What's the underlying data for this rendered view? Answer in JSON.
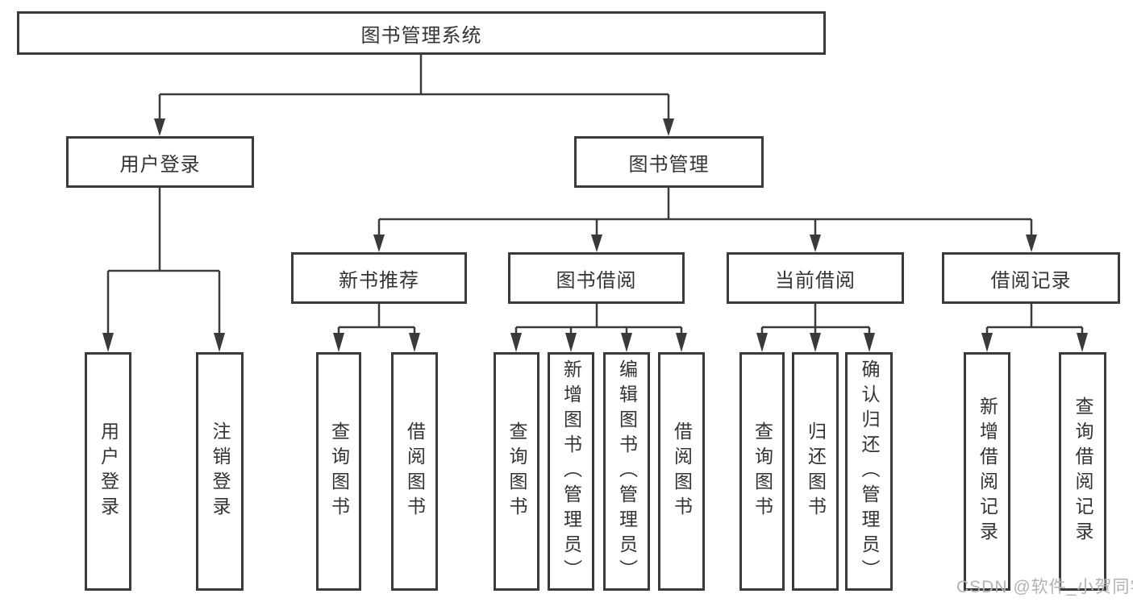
{
  "diagram_type": "hierarchy-tree",
  "nodes": {
    "root": {
      "label": "图书管理系统"
    },
    "user_login": {
      "label": "用户登录"
    },
    "book_mgmt": {
      "label": "图书管理"
    },
    "new_book_rec": {
      "label": "新书推荐"
    },
    "book_borrow": {
      "label": "图书借阅"
    },
    "current_borrow": {
      "label": "当前借阅"
    },
    "borrow_records": {
      "label": "借阅记录"
    },
    "leaf_user_login": {
      "label": "用户登录"
    },
    "leaf_logout": {
      "label": "注销登录"
    },
    "leaf_rec_query": {
      "label": "查询图书"
    },
    "leaf_rec_borrow": {
      "label": "借阅图书"
    },
    "leaf_bor_query": {
      "label": "查询图书"
    },
    "leaf_bor_add": {
      "label": "新增图书（管理员）"
    },
    "leaf_bor_edit": {
      "label": "编辑图书（管理员）"
    },
    "leaf_bor_borrow": {
      "label": "借阅图书"
    },
    "leaf_cur_query": {
      "label": "查询图书"
    },
    "leaf_cur_return": {
      "label": "归还图书"
    },
    "leaf_cur_confirm": {
      "label": "确认归还（管理员）"
    },
    "leaf_recd_add": {
      "label": "新增借阅记录"
    },
    "leaf_recd_query": {
      "label": "查询借阅记录"
    }
  },
  "hierarchy": {
    "root": [
      "user_login",
      "book_mgmt"
    ],
    "user_login": [
      "leaf_user_login",
      "leaf_logout"
    ],
    "book_mgmt": [
      "new_book_rec",
      "book_borrow",
      "current_borrow",
      "borrow_records"
    ],
    "new_book_rec": [
      "leaf_rec_query",
      "leaf_rec_borrow"
    ],
    "book_borrow": [
      "leaf_bor_query",
      "leaf_bor_add",
      "leaf_bor_edit",
      "leaf_bor_borrow"
    ],
    "current_borrow": [
      "leaf_cur_query",
      "leaf_cur_return",
      "leaf_cur_confirm"
    ],
    "borrow_records": [
      "leaf_recd_add",
      "leaf_recd_query"
    ]
  },
  "watermark": {
    "text": "CSDN @软件_小贺同学"
  },
  "colors": {
    "line": "#3a3a3a",
    "box_border": "#3a3a3a",
    "text": "#333333",
    "watermark": "#b2b2b2",
    "background": "#ffffff"
  }
}
